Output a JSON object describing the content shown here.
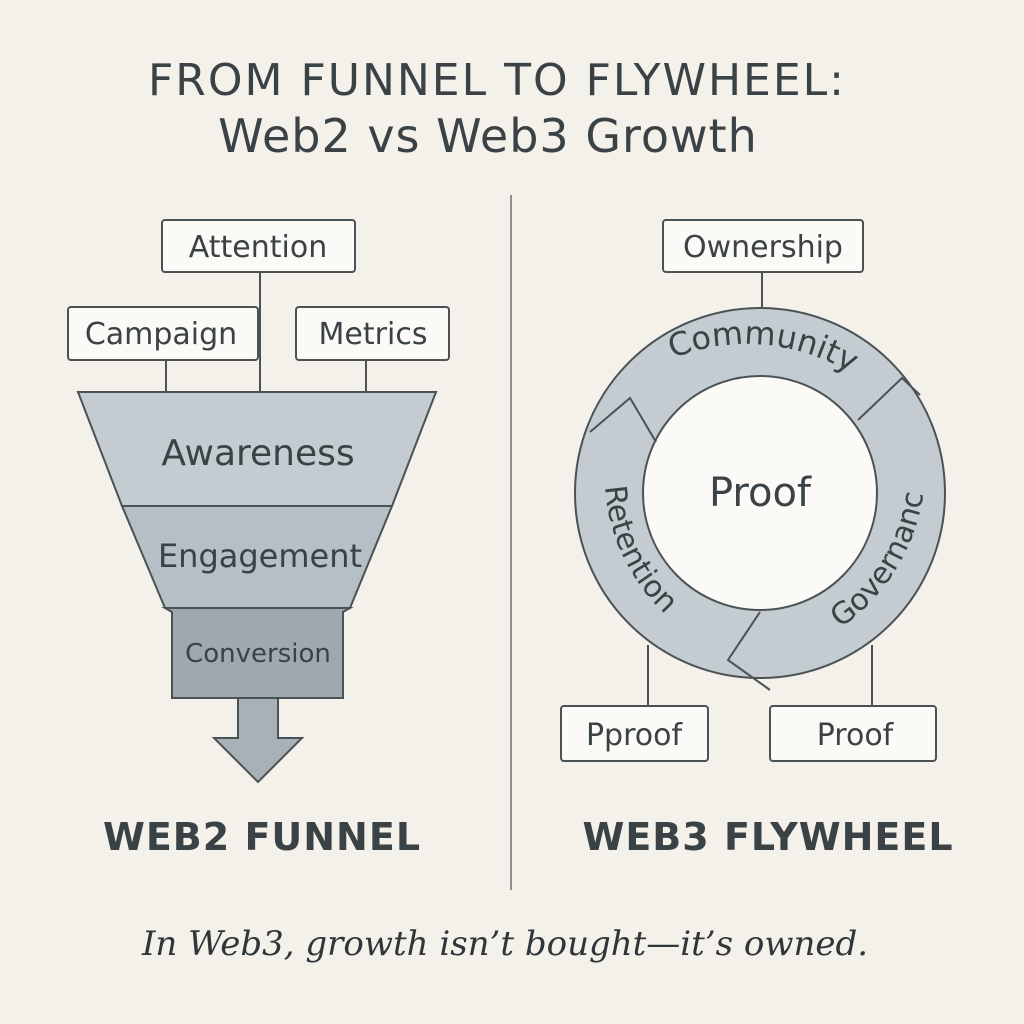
{
  "title": {
    "line1": "FROM FUNNEL TO FLYWHEEL:",
    "line2": "Web2 vs Web3 Growth"
  },
  "funnel": {
    "inputs": {
      "top": "Attention",
      "left": "Campaign",
      "right": "Metrics"
    },
    "stages": [
      "Awareness",
      "Engagement",
      "Conversion"
    ],
    "caption": "WEB2 FUNNEL"
  },
  "flywheel": {
    "top_label": "Ownership",
    "segments": {
      "top": "Community",
      "right": "Governanc",
      "left": "Retention"
    },
    "center": "Proof",
    "outputs": {
      "left": "Pproof",
      "right": "Proof"
    },
    "caption": "WEB3 FLYWHEEL"
  },
  "tagline": "In Web3, growth isn’t bought—it’s owned.",
  "colors": {
    "background": "#f3f1ea",
    "stroke": "#4a5256",
    "fill_light": "#c4ccd1",
    "fill_mid": "#b3bcc2",
    "fill_dark": "#9ea8ae"
  }
}
